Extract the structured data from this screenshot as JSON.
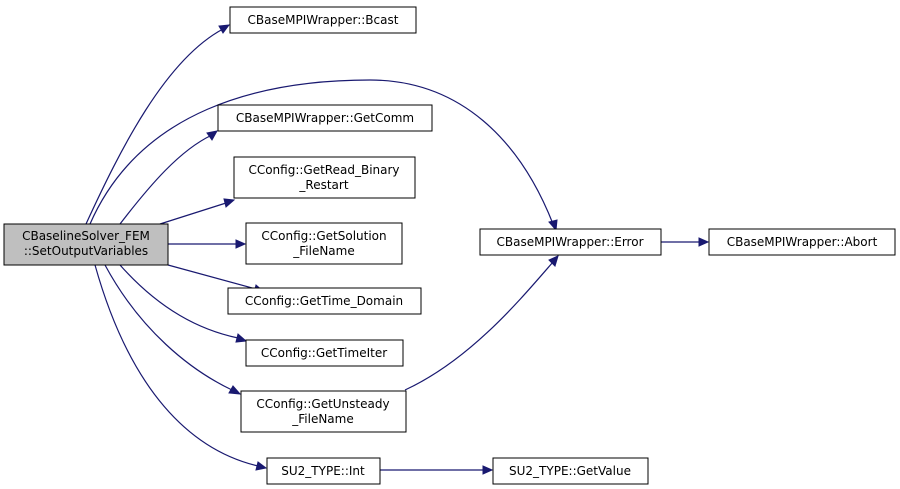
{
  "graph": {
    "nodes": {
      "root": {
        "line1": "CBaselineSolver_FEM",
        "line2": "::SetOutputVariables"
      },
      "bcast": {
        "line1": "CBaseMPIWrapper::Bcast"
      },
      "getcomm": {
        "line1": "CBaseMPIWrapper::GetComm"
      },
      "readbin": {
        "line1": "CConfig::GetRead_Binary",
        "line2": "_Restart"
      },
      "solfile": {
        "line1": "CConfig::GetSolution",
        "line2": "_FileName"
      },
      "timedomain": {
        "line1": "CConfig::GetTime_Domain"
      },
      "timeiter": {
        "line1": "CConfig::GetTimeIter"
      },
      "unsteady": {
        "line1": "CConfig::GetUnsteady",
        "line2": "_FileName"
      },
      "su2int": {
        "line1": "SU2_TYPE::Int"
      },
      "error": {
        "line1": "CBaseMPIWrapper::Error"
      },
      "abort": {
        "line1": "CBaseMPIWrapper::Abort"
      },
      "getvalue": {
        "line1": "SU2_TYPE::GetValue"
      }
    },
    "edge_color": "#191970",
    "root_fill": "#bfbfbf"
  }
}
